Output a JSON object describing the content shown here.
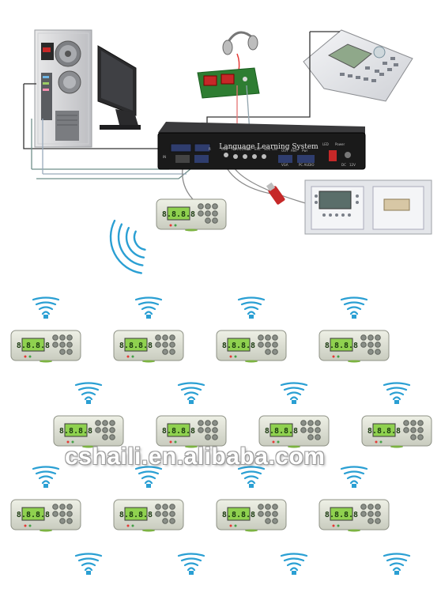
{
  "system": {
    "title": "Language Learning System",
    "ports": [
      "IN",
      "R",
      "USB",
      "TOP/R/ON",
      "NO",
      "EXL",
      "SOL",
      "Lan",
      "OUT",
      "ANT",
      "Pwr",
      "VGA",
      "PC AUDIO",
      "Power",
      "LED",
      "DC",
      "12V"
    ]
  },
  "student_unit": {
    "display": "8.8.8.8"
  },
  "watermark": "cshaili.en.alibaba.com",
  "colors": {
    "wifi": "#2a9fd3",
    "lcd": "#8fd14f",
    "unit_body": "#d9dccf",
    "button": "#8a8f88",
    "hub": "#1a1a1a"
  }
}
